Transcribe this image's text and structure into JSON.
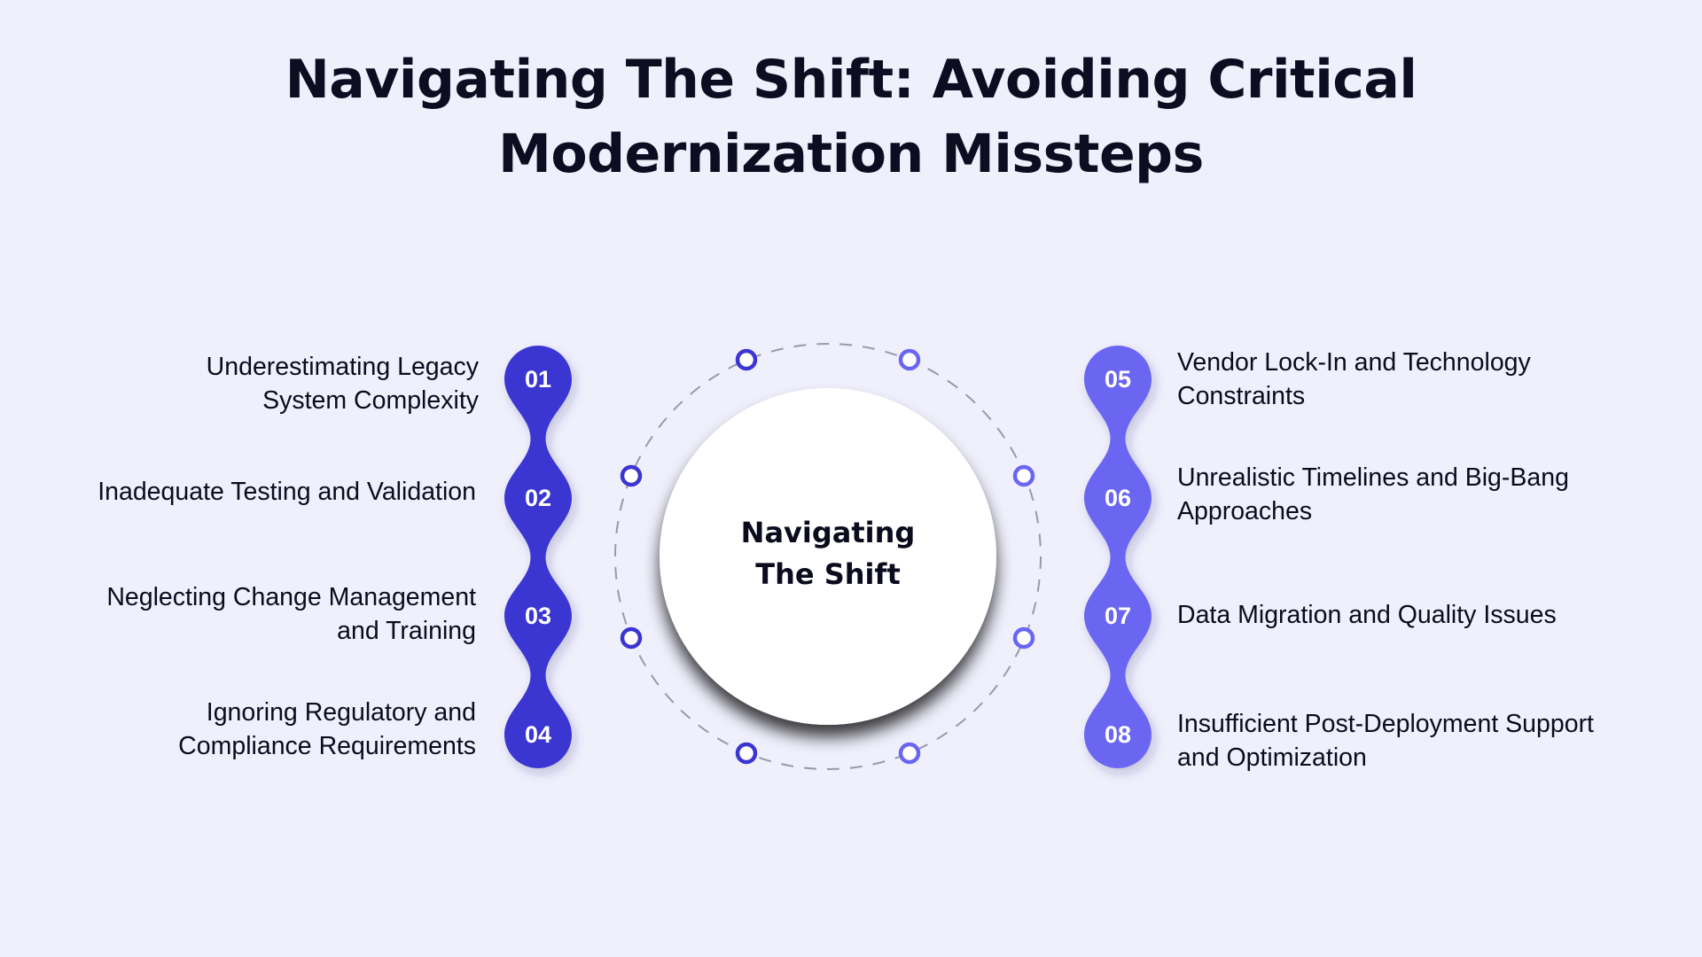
{
  "title": {
    "line1": "Navigating The Shift: Avoiding Critical",
    "line2": "Modernization Missteps"
  },
  "center": {
    "line1": "Navigating",
    "line2": "The Shift"
  },
  "colors": {
    "background": "#f0f0fd",
    "left_chain": "#3b35d2",
    "right_chain": "#6b66f2",
    "center_circle": "#ffffff",
    "dashed_ring": "#9a9aa6",
    "text": "#0b0b1e"
  },
  "left_items": [
    {
      "number": "01",
      "line1": "Underestimating Legacy",
      "line2": "System Complexity"
    },
    {
      "number": "02",
      "line1": "Inadequate Testing and Validation",
      "line2": ""
    },
    {
      "number": "03",
      "line1": "Neglecting Change Management",
      "line2": "and Training"
    },
    {
      "number": "04",
      "line1": "Ignoring Regulatory and",
      "line2": "Compliance Requirements"
    }
  ],
  "right_items": [
    {
      "number": "05",
      "line1": "Vendor Lock-In and Technology",
      "line2": "Constraints"
    },
    {
      "number": "06",
      "line1": "Unrealistic Timelines and Big-Bang",
      "line2": "Approaches"
    },
    {
      "number": "07",
      "line1": "Data Migration and Quality Issues",
      "line2": ""
    },
    {
      "number": "08",
      "line1": "Insufficient Post-Deployment Support",
      "line2": "and Optimization"
    }
  ],
  "icons": {
    "ring_markers": "ring-marker-icon",
    "chain_nodes": "numbered-node-icon"
  }
}
